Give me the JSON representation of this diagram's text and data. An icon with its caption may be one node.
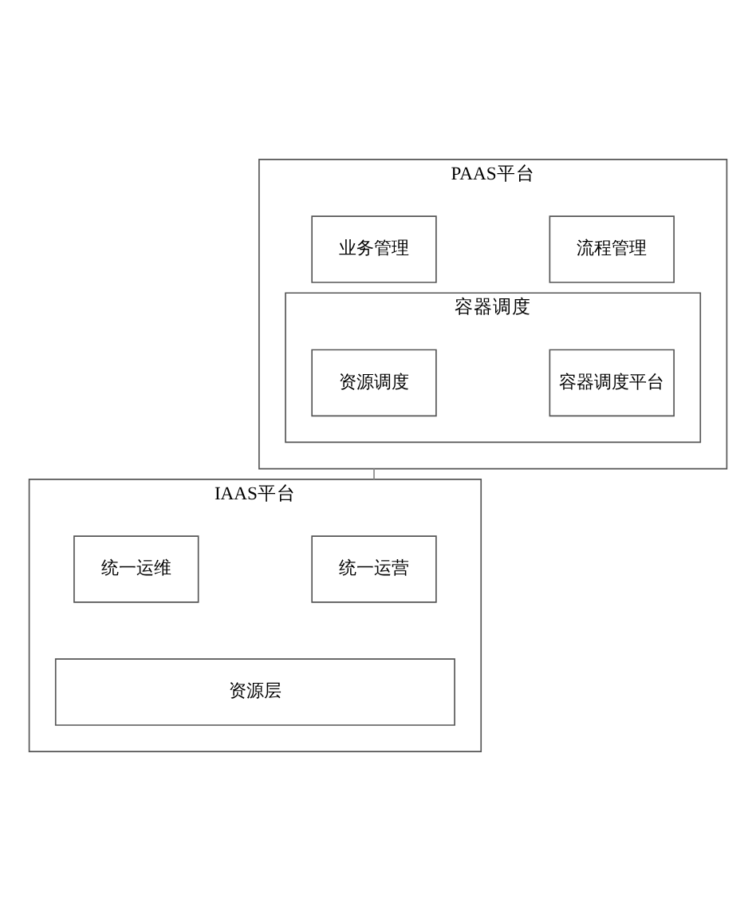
{
  "diagram": {
    "nodes": [
      {
        "text": [
          "PAAS平台"
        ]
      },
      {
        "text": [
          "流程管理"
        ],
        "in": 0
      },
      {
        "text": [
          "业务管理"
        ],
        "in": 0
      },
      {
        "text": [
          "容器调度"
        ],
        "in": 0
      },
      {
        "text": [
          "容器调度平台"
        ],
        "in": 3
      },
      {
        "text": [
          "资源调度"
        ],
        "in": 3
      },
      {
        "text": [
          "IAAS平台"
        ]
      },
      {
        "text": [
          "统一运营"
        ],
        "in": 6
      },
      {
        "text": [
          "统一运维"
        ],
        "in": 6
      },
      {
        "text": [
          "资源层"
        ],
        "in": 6
      }
    ],
    "edges": [
      {
        "from": 0,
        "to": 6,
        "arrow": "none"
      }
    ]
  }
}
